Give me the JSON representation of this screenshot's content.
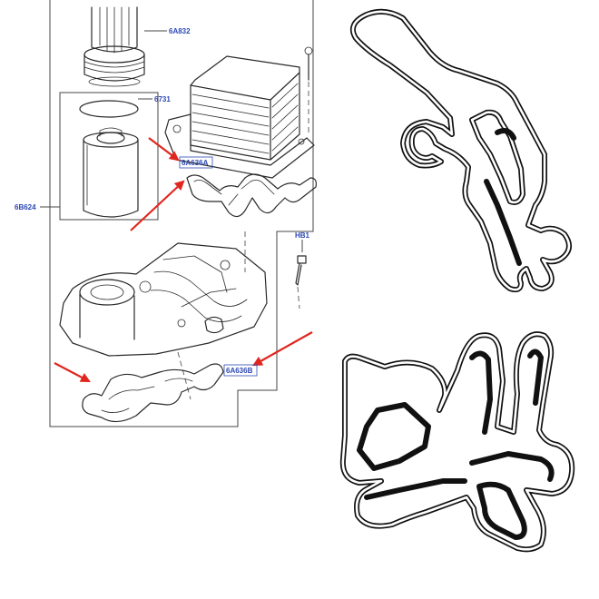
{
  "labels": {
    "filter_cap": "6A832",
    "o_ring": "6731",
    "upper_gasket": "6A636A",
    "housing_group": "6B624",
    "bolt": "HB1",
    "lower_gasket": "6A636B"
  },
  "colors": {
    "label_blue": "#2d48b4",
    "arrow_red": "#e0261f",
    "line_art": "#2a2a2a",
    "gasket_black": "#111111"
  }
}
